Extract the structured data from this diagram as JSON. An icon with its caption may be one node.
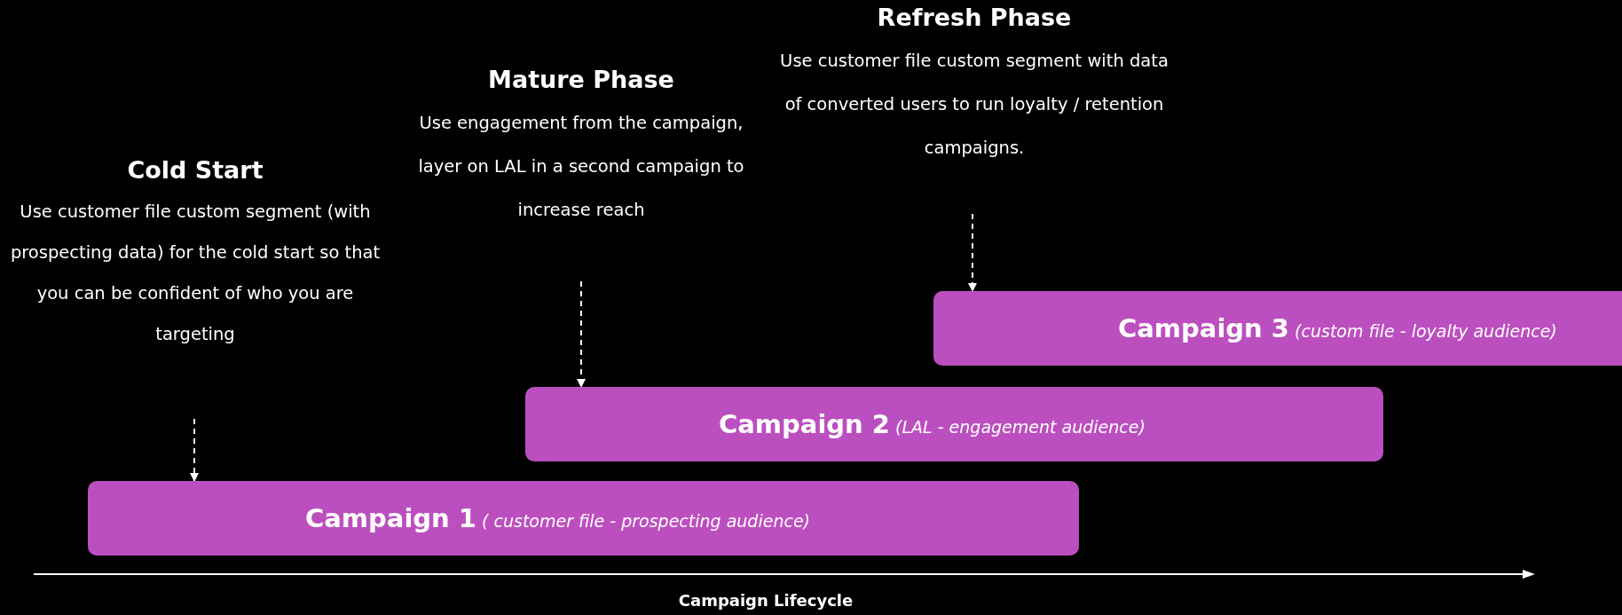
{
  "diagram": {
    "nodes": [
      {
        "text": [
          "Cold Start",
          "Use customer file custom segment (with prospecting data) for the cold start so that you can be confident of who you are targeting"
        ]
      },
      {
        "text": [
          "Mature Phase",
          "Use engagement from the campaign, layer on LAL in a second campaign to increase reach"
        ]
      },
      {
        "text": [
          "Refresh Phase",
          "Use customer file custom segment with data of converted users to run loyalty / retention campaigns."
        ]
      },
      {
        "text": [
          "**Campaign 1** *( customer file - prospecting audience)*"
        ]
      },
      {
        "text": [
          "**Campaign 2** *(LAL - engagement audience)*"
        ]
      },
      {
        "text": [
          "**Campaign 3** *(custom file - loyalty audience)*"
        ]
      }
    ],
    "edges": [
      {
        "from": 0,
        "to": 3,
        "arrow": "to",
        "style": "dashed"
      },
      {
        "from": 1,
        "to": 4,
        "arrow": "to",
        "style": "dashed"
      },
      {
        "from": 2,
        "to": 5,
        "arrow": "to",
        "style": "dashed"
      }
    ],
    "labels": [
      "Campaign Lifecycle"
    ]
  }
}
